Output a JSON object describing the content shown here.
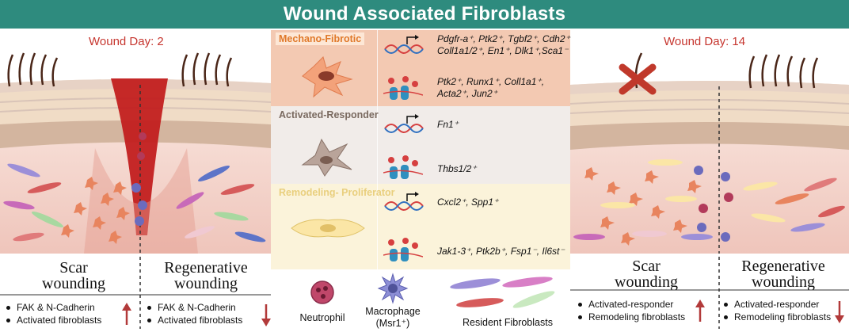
{
  "title": "Wound Associated Fibroblasts",
  "left_scene": {
    "day_label": "Wound Day: 2",
    "scar_label_line1": "Scar",
    "scar_label_line2": "wounding",
    "regen_label_line1": "Regenerative",
    "regen_label_line2": "wounding",
    "scar_bullets": [
      "FAK & N-Cadherin",
      "Activated fibroblasts"
    ],
    "regen_bullets": [
      "FAK & N-Cadherin",
      "Activated fibroblasts"
    ],
    "scar_arrow": "up",
    "regen_arrow": "down"
  },
  "right_scene": {
    "day_label": "Wound Day: 14",
    "scar_label_line1": "Scar",
    "scar_label_line2": "wounding",
    "regen_label_line1": "Regenerative",
    "regen_label_line2": "wounding",
    "scar_bullets": [
      "Activated-responder",
      "Remodeling fibroblasts"
    ],
    "regen_bullets": [
      "Activated-responder",
      "Remodeling fibroblasts"
    ],
    "scar_arrow": "up",
    "regen_arrow": "down"
  },
  "center": {
    "sections": [
      {
        "title": "Mechano-Fibrotic",
        "dna_genes": "Pdgfr-a⁺, Ptk2⁺, Tgbf2⁺, Cdh2⁺ Coll1a1/2⁺, En1⁺, Dlk1⁺,Sca1⁻",
        "protein_genes": "Ptk2⁺, Runx1⁺, Coll1a1⁺, Acta2⁺, Jun2⁺"
      },
      {
        "title": "Activated-Responder",
        "dna_genes": "Fn1⁺",
        "protein_genes": "Thbs1/2⁺"
      },
      {
        "title": "Remodeling- Proliferator",
        "dna_genes": "Cxcl2⁺, Spp1⁺",
        "protein_genes": "Jak1-3⁺, Ptk2b⁺, Fsp1⁻, Il6st⁻"
      }
    ]
  },
  "legend": {
    "neutrophil": "Neutrophil",
    "macrophage_line1": "Macrophage",
    "macrophage_line2": "(Msr1⁺)",
    "resident": "Resident Fibroblasts"
  },
  "colors": {
    "title_bg": "#2e8b7e",
    "wound_red": "#c21f1f",
    "arrow_red": "#b23a3a",
    "mechano_bg": "#f3c9b2",
    "activated_bg": "#f1ece9",
    "remodeling_bg": "#fbf3da"
  }
}
